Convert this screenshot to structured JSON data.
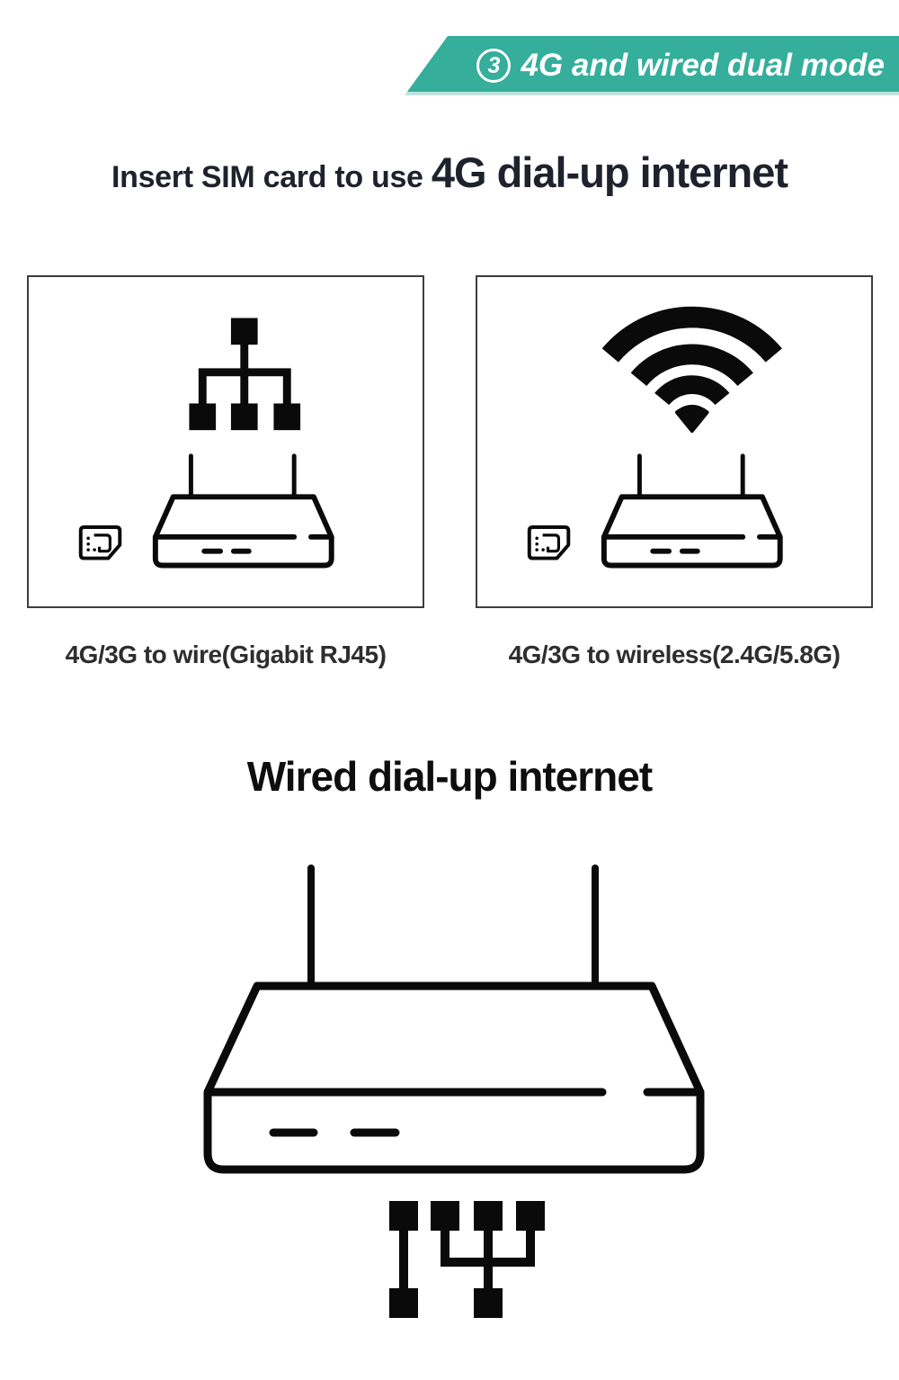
{
  "banner": {
    "number": "3",
    "label": "4G and wired dual mode",
    "bg_color": "#35ae9c",
    "text_color": "#ffffff"
  },
  "sim_section": {
    "title_regular": "Insert SIM card to use ",
    "title_large": "4G dial-up internet",
    "cards": [
      {
        "icon": "ethernet-tree-icon",
        "caption": "4G/3G to wire(Gigabit RJ45)"
      },
      {
        "icon": "wifi-icon",
        "caption": "4G/3G to wireless(2.4G/5.8G)"
      }
    ]
  },
  "wired_section": {
    "title": "Wired dial-up internet"
  },
  "colors": {
    "accent": "#35ae9c",
    "banner_bottom_edge": "#bfe3dc",
    "title_ink": "#1d222d",
    "caption_ink": "#2e2e2e",
    "line_ink": "#0a0a0a",
    "card_border": "#3d3d3d",
    "background": "#ffffff"
  }
}
